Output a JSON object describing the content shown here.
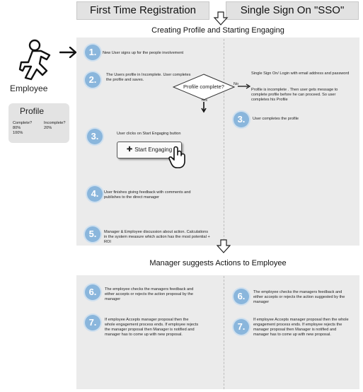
{
  "tabs": {
    "first": "First Time Registration",
    "sso": "Single Sign On \"SSO\""
  },
  "sections": {
    "creating": "Creating Profile and Starting Engaging",
    "manager": "Manager suggests Actions to Employee"
  },
  "employee": {
    "label": "Employee"
  },
  "profile_card": {
    "title": "Profile",
    "col1_header": "Complete?",
    "col2_header": "Incomplete?",
    "col1_values": [
      "80%",
      "100%"
    ],
    "col2_value": "20%"
  },
  "steps": {
    "s1": {
      "num": "1.",
      "text": "New User signs up for the people involvement"
    },
    "s2": {
      "num": "2.",
      "text": "The Users profile in Incomplete. User completes the profile and saves."
    },
    "decision": {
      "label": "Profile complete?",
      "no": "No",
      "yes": "Yes"
    },
    "sso_login": "Single Sign On/ Login with email address and password",
    "sso_incomplete": "Profile is incomplete . Then user gets message to complete profile before he can proceed. So user completes his Profile",
    "s3_right": {
      "num": "3.",
      "text": "User completes the profile"
    },
    "s3": {
      "num": "3.",
      "text": "User clicks on Start Engaging button"
    },
    "start_button": "Start Engaging",
    "s4": {
      "num": "4.",
      "text": "User finishes giving feedback with comments and publishes to the direct manager"
    },
    "s5": {
      "num": "5.",
      "text": "Manager & Employee discussion about action. Calculations in the system measure which action has the most potential + ROI"
    },
    "s6_left": {
      "num": "6.",
      "text": "The employee checks the managers feedback and either accepts or rejects the action proposal by the manager"
    },
    "s6_right": {
      "num": "6.",
      "text": "The employee checks the managers feedback and either accepts or rejects the action suggested by the manager"
    },
    "s7_left": {
      "num": "7.",
      "text": "If employee Accepts manager proposal then the whole engagement process ends. If employee rejects the manager proposal then Manager is notified and manager has to come up with new proposal."
    },
    "s7_right": {
      "num": "7.",
      "text": "If employee Accepts manager proposal then the whole engagement process ends. If employee rejects the manager proposal then Manager is notified and manager has to come up with new proposal."
    }
  },
  "icons": {
    "employee": "running-person-icon",
    "hand": "pointer-hand-icon",
    "plus": "plus-icon",
    "down_arrow": "hollow-down-arrow-icon"
  },
  "colors": {
    "badge": "#8ab6dc",
    "panel": "#ebebeb",
    "tab": "#e2e2e2"
  }
}
